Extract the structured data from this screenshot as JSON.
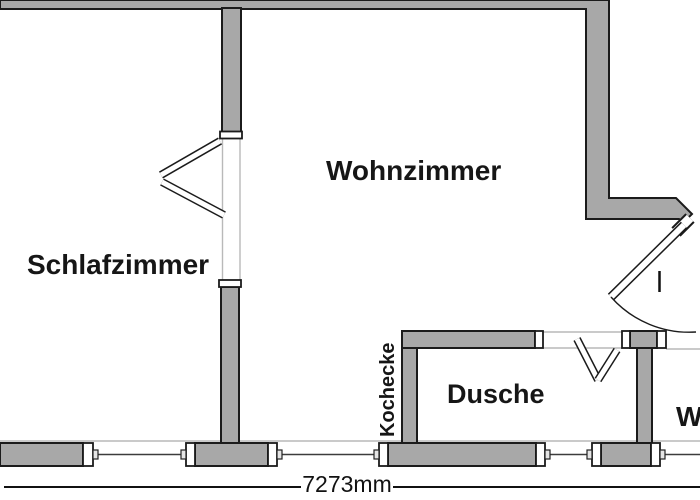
{
  "floorplan": {
    "rooms": {
      "schlafzimmer": "Schlafzimmer",
      "wohnzimmer": "Wohnzimmer",
      "dusche": "Dusche",
      "kochecke": "Kochecke",
      "wc_partial": "W"
    },
    "dimension_label": "7273mm",
    "colors": {
      "background": "#ffffff",
      "wall_fill": "#a8a8a8",
      "wall_outline": "#1b1b1b",
      "jamb_fill": "#ffffff",
      "nub_fill": "#e5e5e5",
      "thin_line": "#b9b9b9",
      "window_line": "#3c3c3c",
      "dimension_line": "#111111"
    }
  }
}
